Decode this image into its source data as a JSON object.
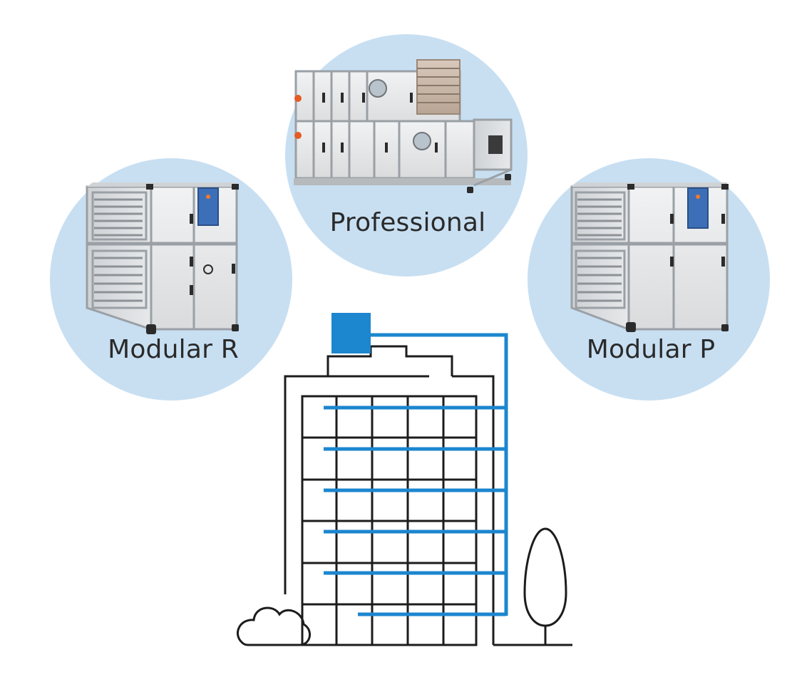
{
  "products": [
    {
      "id": "modular-r",
      "label": "Modular R"
    },
    {
      "id": "professional",
      "label": "Professional"
    },
    {
      "id": "modular-p",
      "label": "Modular P"
    }
  ],
  "colors": {
    "circle_fill": "#c8dff2",
    "duct_blue": "#1c86cf",
    "line_dark": "#1c1c1c",
    "panel_light": "#e8e9ea",
    "frame_grey": "#a9aeb2",
    "control_blue": "#3d6fb8"
  },
  "icons": {
    "building": "building-outline-icon",
    "tree": "tree-icon",
    "cloud": "cloud-icon",
    "rooftop_unit": "rooftop-ahu-icon"
  }
}
